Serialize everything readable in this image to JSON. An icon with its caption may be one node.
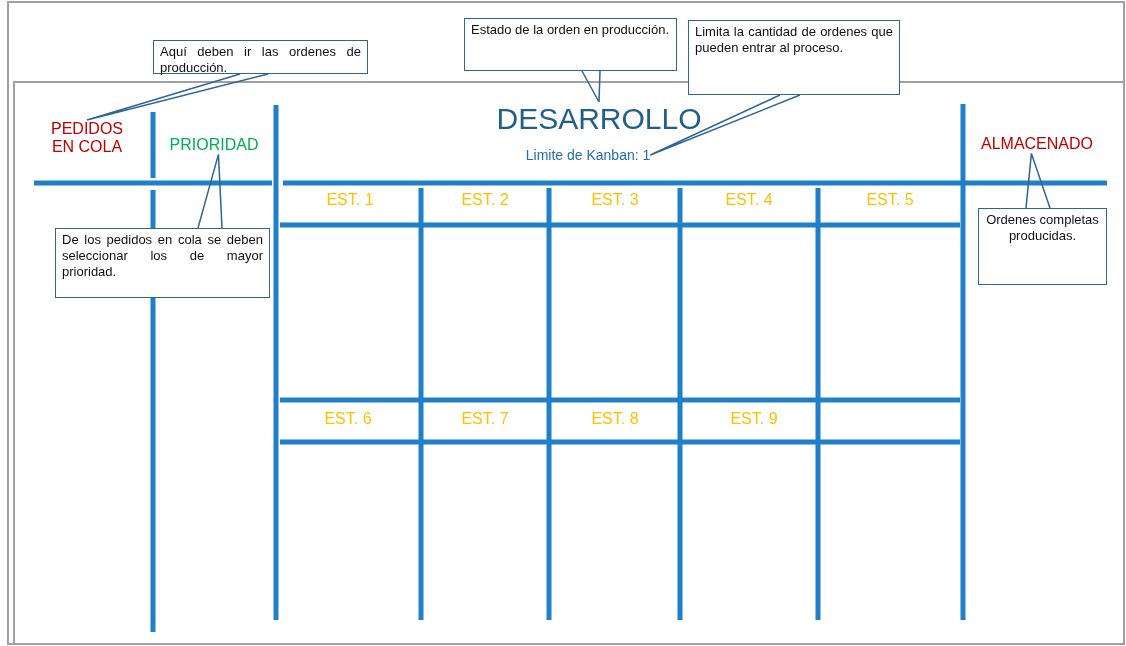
{
  "diagram": {
    "nodes": [
      {
        "text": [
          "Aquí deben ir las ordenes de producción."
        ]
      },
      {
        "text": [
          "Estado de la orden en producción."
        ]
      },
      {
        "text": [
          "Limita la cantidad de ordenes que pueden entrar al proceso."
        ]
      },
      {
        "text": [
          "PEDIDOS EN COLA"
        ]
      },
      {
        "text": [
          "PRIORIDAD"
        ]
      },
      {
        "text": [
          "DESARROLLO"
        ]
      },
      {
        "text": [
          "Limite de Kanban: 1"
        ]
      },
      {
        "text": [
          "ALMACENADO"
        ]
      },
      {
        "text": [
          "De los pedidos en cola se deben seleccionar los de mayor prioridad."
        ]
      },
      {
        "text": [
          "Ordenes completas producidas."
        ]
      }
    ],
    "edges": [
      {
        "from": 0,
        "to": 3,
        "arrow": "none"
      },
      {
        "from": 1,
        "to": 5,
        "arrow": "none"
      },
      {
        "from": 2,
        "to": 6,
        "arrow": "none"
      },
      {
        "from": 8,
        "to": 4,
        "arrow": "none"
      },
      {
        "from": 9,
        "to": 7,
        "arrow": "none"
      }
    ],
    "labels": [
      "EST. 1",
      "EST. 2",
      "EST. 3",
      "EST. 4",
      "EST. 5",
      "EST. 6",
      "EST. 7",
      "EST. 8",
      "EST. 9"
    ]
  }
}
